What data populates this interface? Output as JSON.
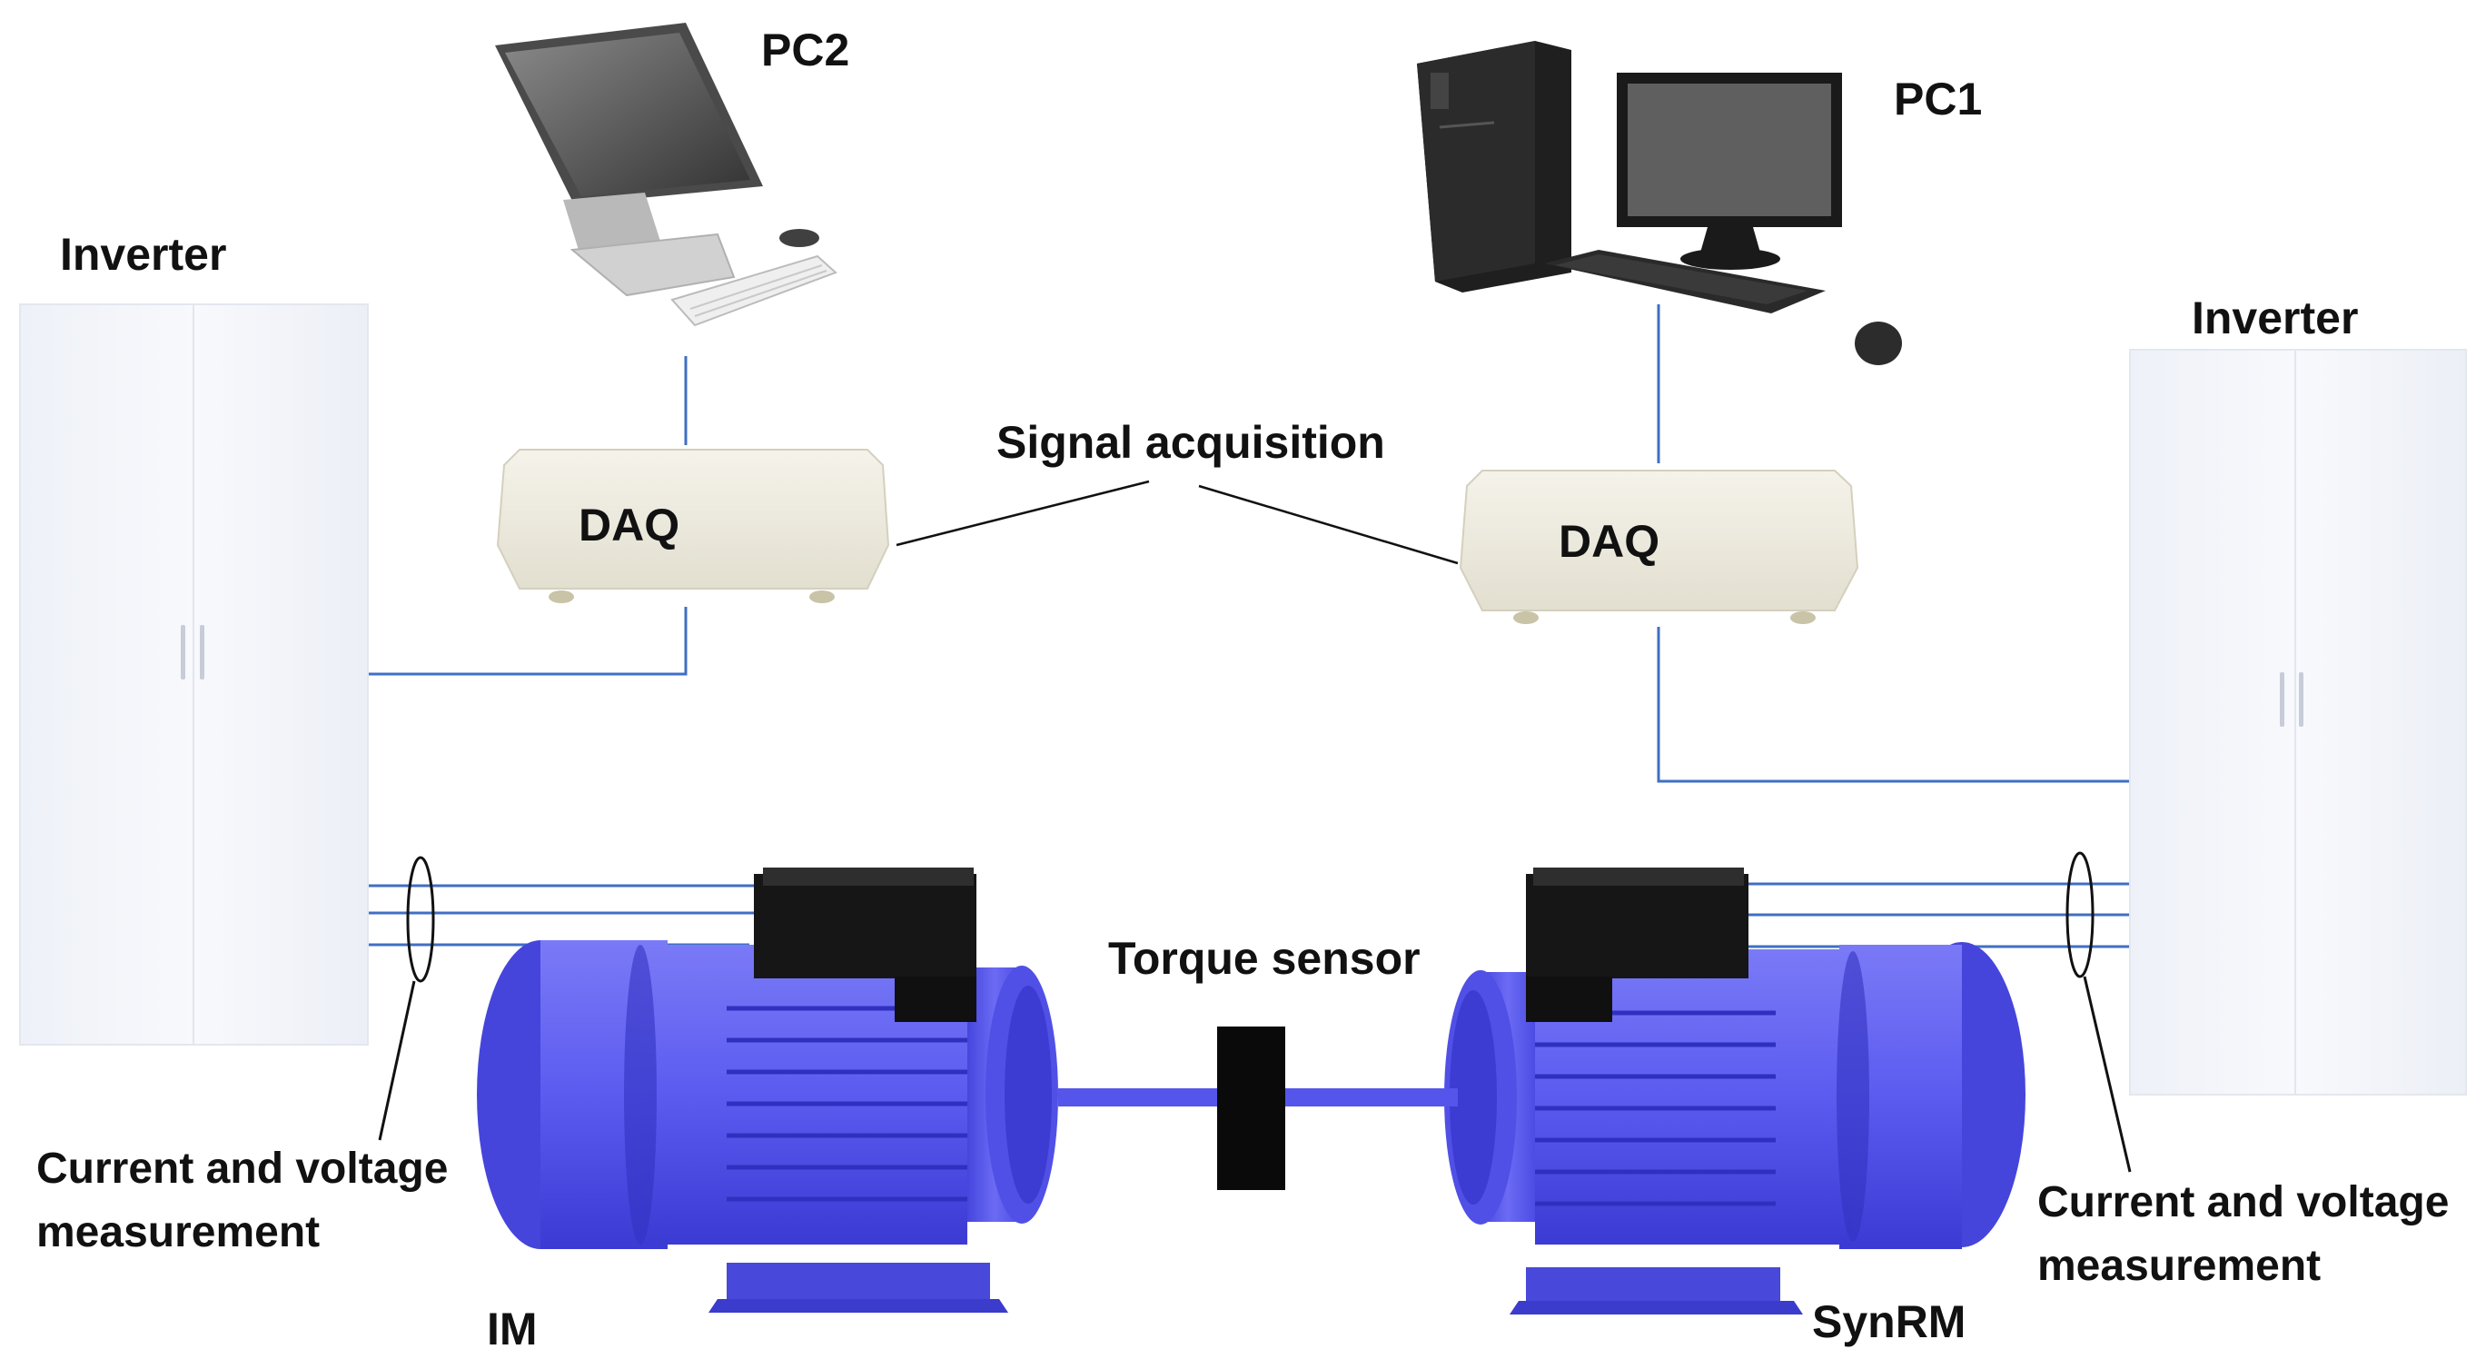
{
  "labels": {
    "pc2": "PC2",
    "pc1": "PC1",
    "inverter_left": "Inverter",
    "inverter_right": "Inverter",
    "daq_left": "DAQ",
    "daq_right": "DAQ",
    "signal_acquisition": "Signal acquisition",
    "torque_sensor": "Torque sensor",
    "measurement_left_line1": "Current and voltage",
    "measurement_left_line2": "measurement",
    "measurement_right_line1": "Current and voltage",
    "measurement_right_line2": "measurement",
    "motor_left": "IM",
    "motor_right": "SynRM"
  },
  "colors": {
    "motor_blue": "#5c5cf0",
    "motor_dark": "#3a3ad0",
    "wire_blue": "#3f6fc4",
    "daq_box": "#efede2",
    "cabinet": "#f4f6fb",
    "sensor_black": "#0a0a0a",
    "terminal_box": "#161616"
  },
  "icons": [
    "all-in-one-pc-icon",
    "desktop-tower-pc-icon",
    "keyboard-icon",
    "mouse-icon"
  ]
}
